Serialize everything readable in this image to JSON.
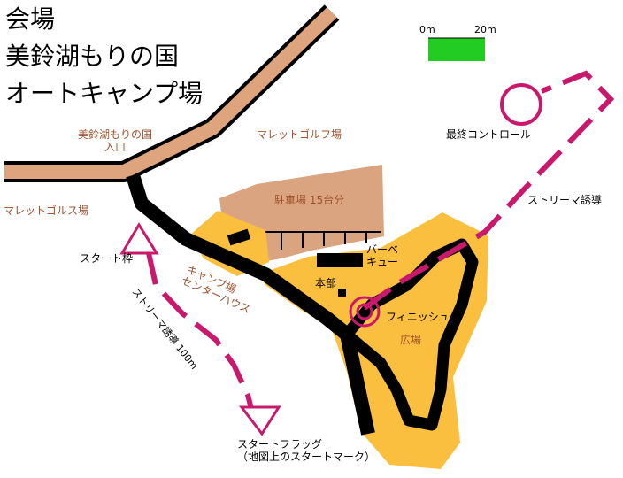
{
  "title": {
    "line1": "会場",
    "line2": "美鈴湖もりの国",
    "line3": "オートキャンプ場"
  },
  "scale": {
    "zero": "0m",
    "max": "20m",
    "color": "#22cc22"
  },
  "labels": {
    "entrance_line1": "美鈴湖もりの国",
    "entrance_line2": "入口",
    "mallet_golf_left": "マレットゴルス場",
    "mallet_golf_top": "マレットゴルフ場",
    "parking": "駐車場 15台分",
    "camp_center_line1": "キャンプ場",
    "camp_center_line2": "センターハウス",
    "bbq_line1": "バーベ",
    "bbq_line2": "キュー",
    "hq": "本部",
    "finish": "フィニッシュ",
    "plaza": "広場",
    "final_control": "最終コントロール",
    "streamer_right": "ストリーマ誘導",
    "streamer_left": "ストリーマ誘導 100m",
    "start_frame": "スタート枠",
    "start_flag_line1": "スタートフラッグ",
    "start_flag_line2": "（地図上のスタートマーク）"
  },
  "colors": {
    "road_fill": "#dea47e",
    "parking_fill": "#d9a47f",
    "plaza_fill": "#fbbf3f",
    "streamer": "#c8196c",
    "label_brown": "#a0522d"
  }
}
